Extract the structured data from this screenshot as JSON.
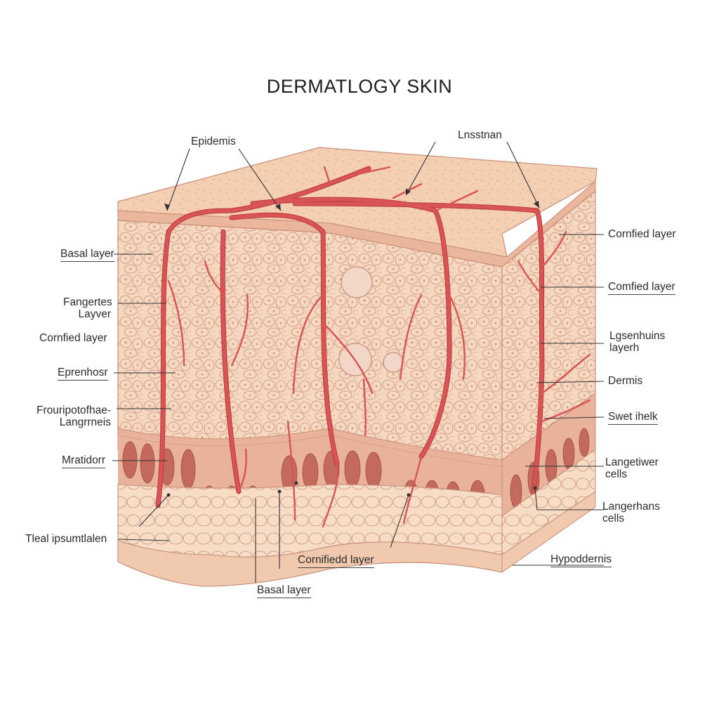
{
  "title": "DERMATLOGY SKIN",
  "labels": {
    "top_left": "Epidemis",
    "top_right": "Lnsstnan",
    "left": {
      "basal_layer": "Basal layer",
      "fangertes_1": "Fangertes",
      "fangertes_2": "Layver",
      "cornfied_layer": "Cornfied layer",
      "eprenhosr": "Eprenhosr",
      "frontipotofhae_1": "Frouripotofhae-",
      "frontipotofhae_2": "Langrrneis",
      "mratidorr": "Mratidorr",
      "tleal": "Tleal ipsumtlalen"
    },
    "bottom": {
      "cornifieed": "Cornifiedd layer",
      "basal": "Basal layer"
    },
    "right": {
      "cornfied_1": "Cornfied layer",
      "cornfied_2": "Comfied layer",
      "lgsenhuins_1": "Lgsenhuins",
      "lgsenhuins_2": "layerh",
      "dermis": "Dermis",
      "swet": "Swet ihelk",
      "langetiwer_1": "Langetiwer",
      "langetiwer_2": "cells",
      "langerhans_1": "Langerhans",
      "langerhans_2": "cells",
      "hypodermis": "Hypoddernis"
    }
  },
  "colors": {
    "skin_top": "#f4cfb2",
    "cells": "#f6d7c0",
    "cell_edge": "#c9907a",
    "vessel": "#d95454",
    "vessel_dark": "#b83a3a",
    "dermis_band": "#e9b29b",
    "papillae": "#c46a5c",
    "hypodermis": "#f1c9ae"
  }
}
